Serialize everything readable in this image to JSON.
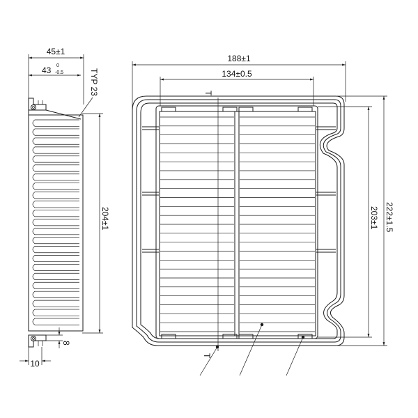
{
  "drawing": {
    "side_view": {
      "overall_width": "45±1",
      "inner_width": "43",
      "inner_tol_upper": "0",
      "inner_tol_lower": "-0.5",
      "pleat_callout": "TYP 23",
      "height": "204±1",
      "seal_offset": "8",
      "seal_width": "10",
      "pleat_count": 23
    },
    "top_view": {
      "overall_width": "188±1",
      "core_width": "134±0.5",
      "overall_height": "222±1.5",
      "core_height": "203±1",
      "section_mark": "T",
      "pleat_count": 24
    },
    "line_color": "#1a1a1a"
  }
}
